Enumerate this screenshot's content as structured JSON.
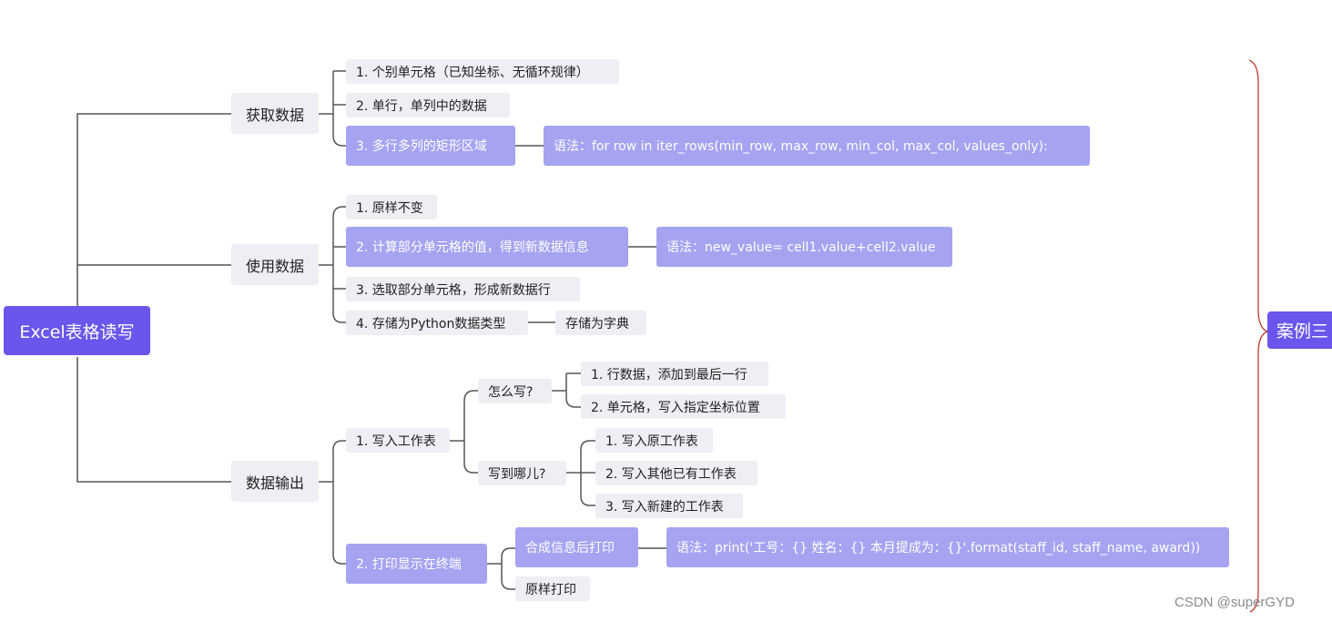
{
  "mindmap": {
    "root": "Excel表格读写",
    "get_data": {
      "label": "获取数据",
      "items": [
        "1. 个别单元格（已知坐标、无循环规律）",
        "2. 单行，单列中的数据",
        "3. 多行多列的矩形区域"
      ],
      "syntax": "语法：for row in iter_rows(min_row, max_row, min_col, max_col, values_only):"
    },
    "use_data": {
      "label": "使用数据",
      "items": [
        "1. 原样不变",
        "2. 计算部分单元格的值，得到新数据信息",
        "3. 选取部分单元格，形成新数据行",
        "4. 存储为Python数据类型"
      ],
      "syntax": "语法：new_value= cell1.value+cell2.value",
      "store_as": "存储为字典"
    },
    "output": {
      "label": "数据输出",
      "write_sheet": {
        "label": "1. 写入工作表",
        "how": {
          "label": "怎么写?",
          "items": [
            "1. 行数据，添加到最后一行",
            "2. 单元格，写入指定坐标位置"
          ]
        },
        "where": {
          "label": "写到哪儿?",
          "items": [
            "1. 写入原工作表",
            "2. 写入其他已有工作表",
            "3. 写入新建的工作表"
          ]
        }
      },
      "print": {
        "label": "2. 打印显示在终端",
        "combine": "合成信息后打印",
        "raw": "原样打印",
        "syntax": "语法：print('工号：{} 姓名：{} 本月提成为：{}'.format(staff_id, staff_name, award))"
      }
    },
    "case_label": "案例三"
  },
  "watermark": "CSDN @superGYD",
  "colors": {
    "root_fill": "#6a56ec",
    "highlight_fill": "#a6a3f1",
    "node_fill": "#eeeef4",
    "connector": "#555555",
    "brace": "#c0392b"
  }
}
